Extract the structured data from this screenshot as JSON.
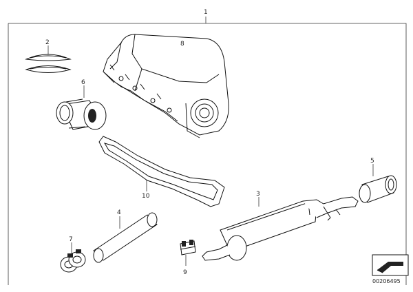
{
  "diagram": {
    "callouts": [
      "1",
      "2",
      "8",
      "6",
      "10",
      "3",
      "5",
      "4",
      "7",
      "9"
    ],
    "document_number": "00206495"
  }
}
